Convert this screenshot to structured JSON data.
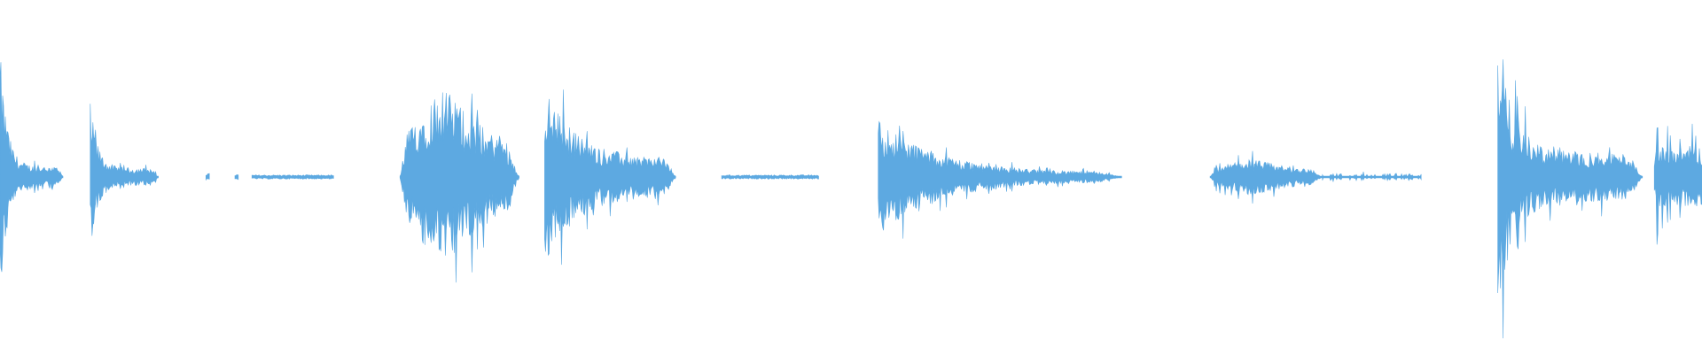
{
  "waveform": {
    "color": "#5DA9E1",
    "background": "#ffffff",
    "duration_normalized": 1.0,
    "segments": [
      {
        "start": 0.0,
        "end": 0.037,
        "peak": 0.73,
        "sustain": 0.06,
        "style": "transient"
      },
      {
        "start": 0.053,
        "end": 0.093,
        "peak": 0.42,
        "sustain": 0.05,
        "style": "transient"
      },
      {
        "start": 0.121,
        "end": 0.123,
        "peak": 0.02,
        "sustain": 0.01,
        "style": "tick"
      },
      {
        "start": 0.138,
        "end": 0.14,
        "peak": 0.015,
        "sustain": 0.01,
        "style": "tick"
      },
      {
        "start": 0.148,
        "end": 0.196,
        "peak": 0.015,
        "sustain": 0.012,
        "style": "flat"
      },
      {
        "start": 0.235,
        "end": 0.305,
        "peak": 0.55,
        "sustain": 0.18,
        "style": "swell"
      },
      {
        "start": 0.32,
        "end": 0.397,
        "peak": 0.5,
        "sustain": 0.1,
        "style": "decay"
      },
      {
        "start": 0.424,
        "end": 0.481,
        "peak": 0.015,
        "sustain": 0.012,
        "style": "flat"
      },
      {
        "start": 0.516,
        "end": 0.659,
        "peak": 0.33,
        "sustain": 0.02,
        "style": "decay"
      },
      {
        "start": 0.711,
        "end": 0.777,
        "peak": 0.11,
        "sustain": 0.04,
        "style": "swell"
      },
      {
        "start": 0.777,
        "end": 0.835,
        "peak": 0.02,
        "sustain": 0.012,
        "style": "sparse"
      },
      {
        "start": 0.88,
        "end": 0.965,
        "peak": 0.75,
        "sustain": 0.14,
        "style": "transient"
      },
      {
        "start": 0.972,
        "end": 1.0,
        "peak": 0.32,
        "sustain": 0.1,
        "style": "chatter"
      }
    ]
  }
}
